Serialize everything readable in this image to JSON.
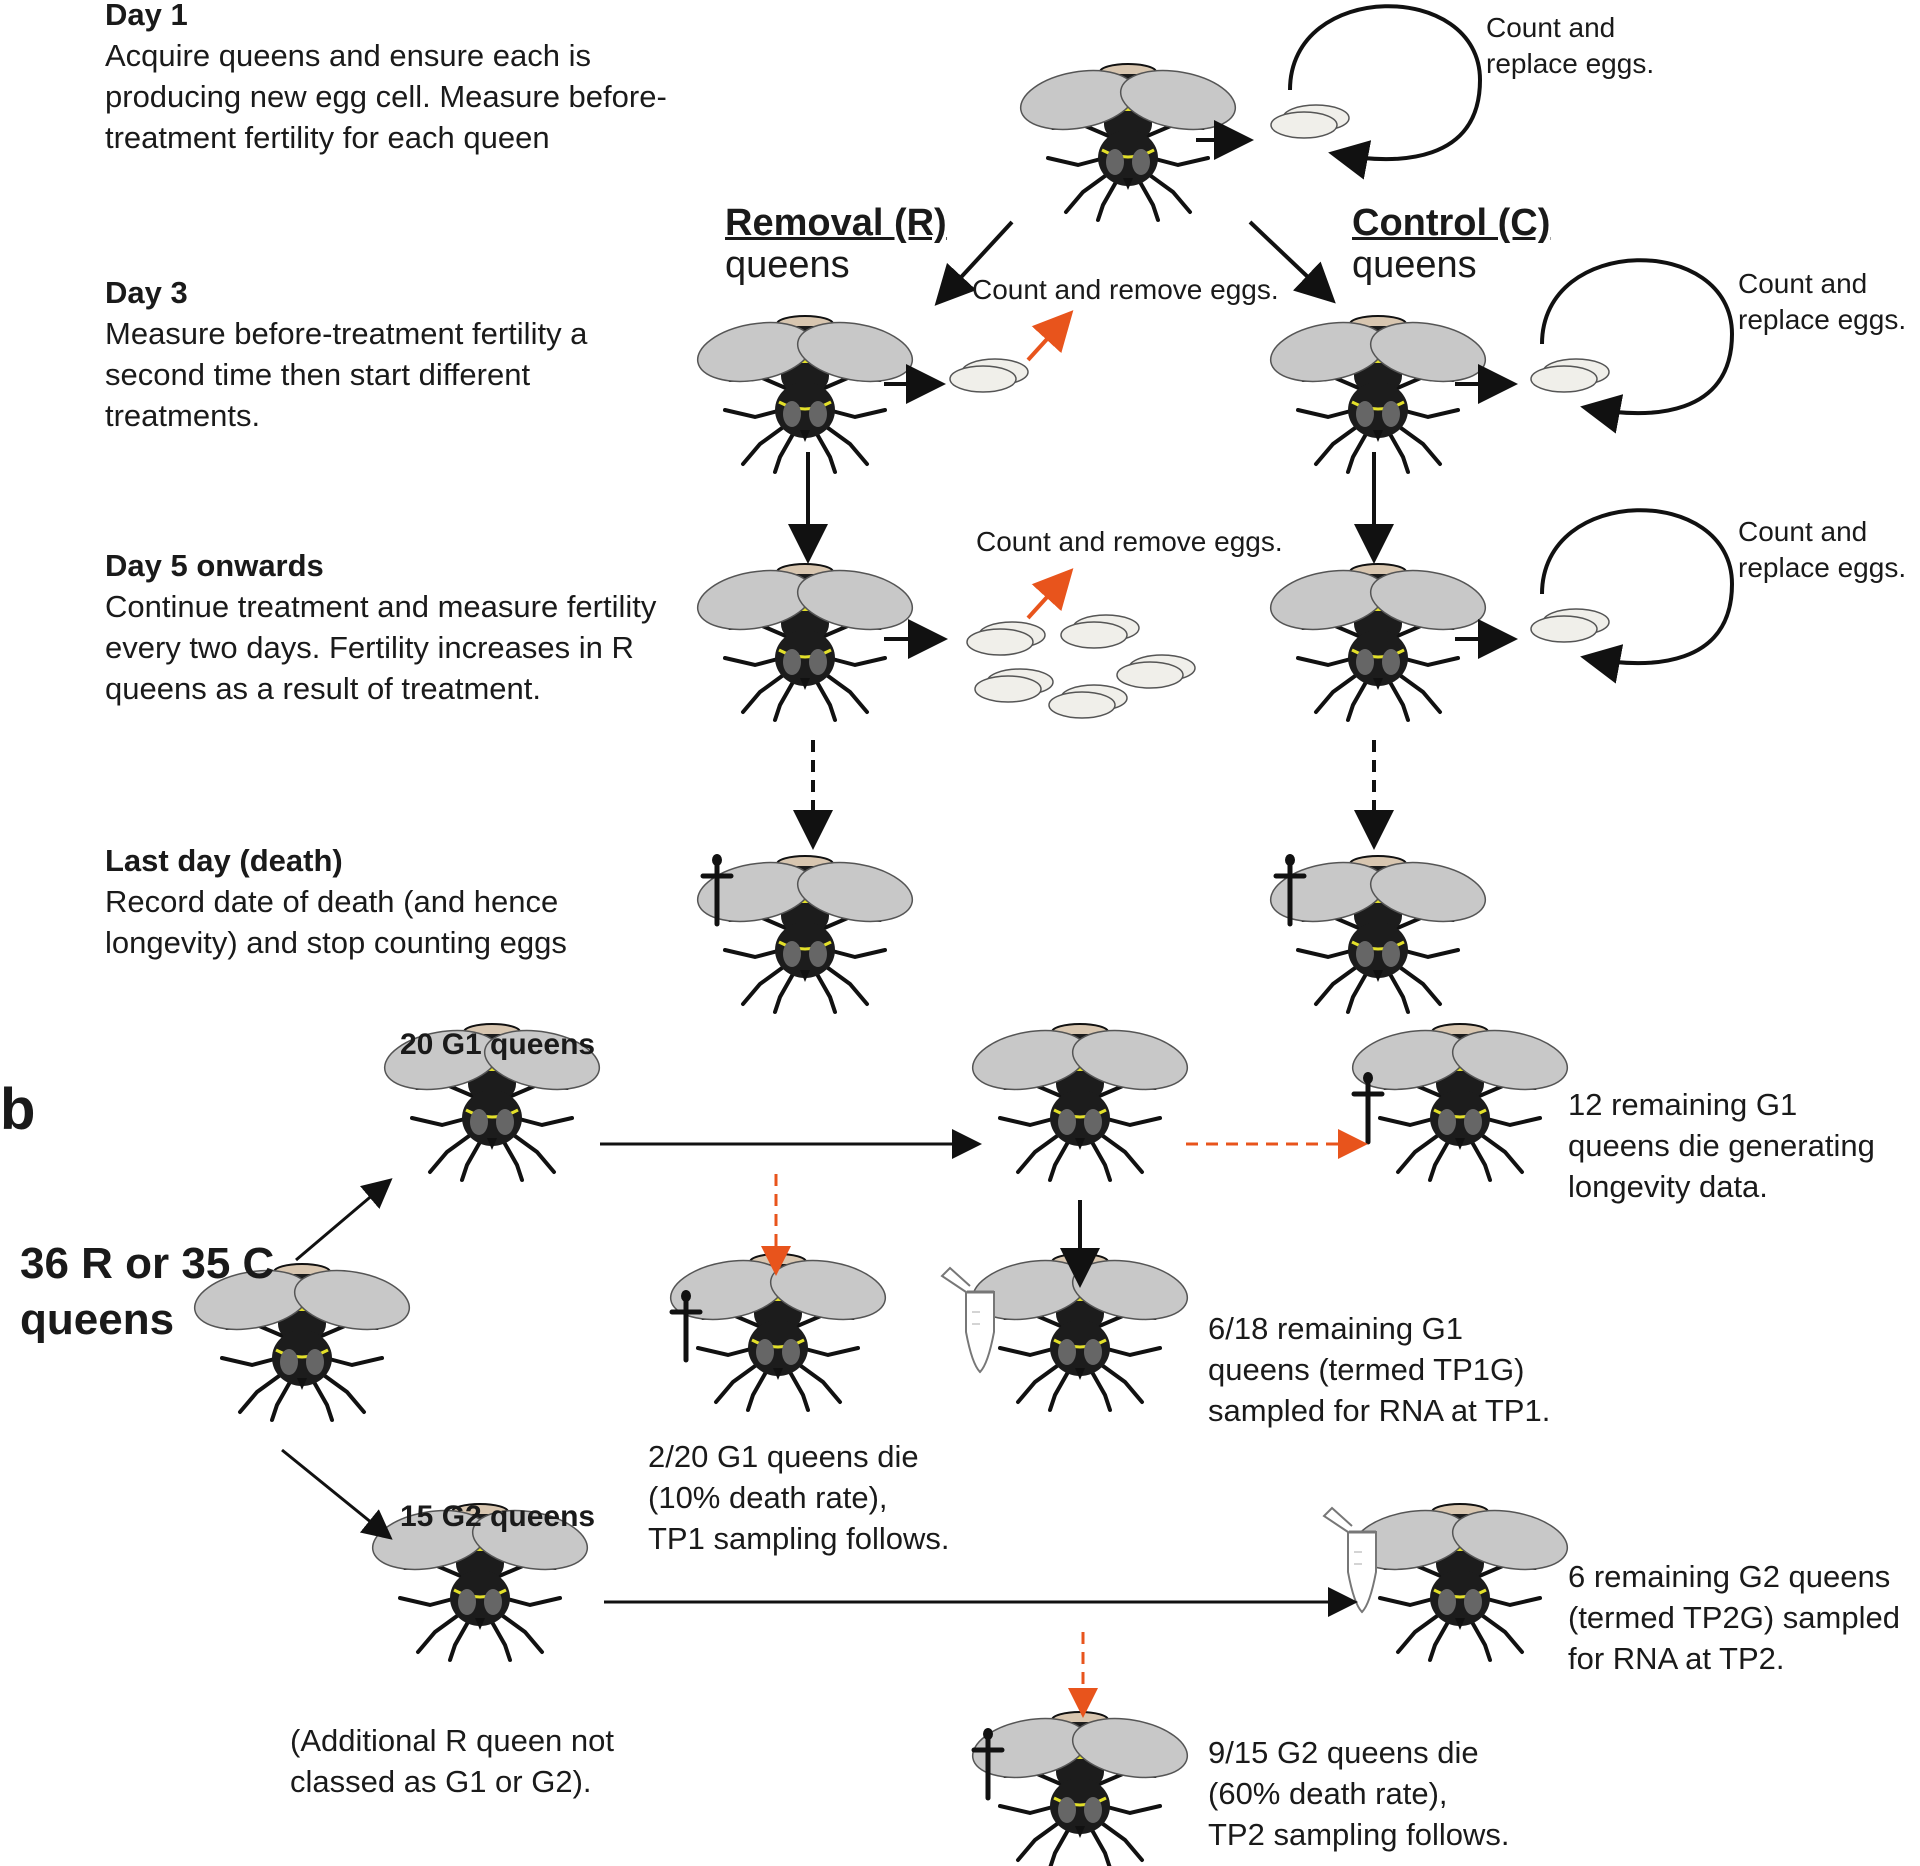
{
  "panel_a": {
    "day1": {
      "heading": "Day 1",
      "lines": [
        "Acquire queens and ensure each is",
        "producing new egg cell. Measure before-",
        "treatment fertility for each queen"
      ]
    },
    "day3": {
      "heading": "Day 3",
      "lines": [
        "Measure before-treatment fertility a",
        "second time then start different",
        "treatments."
      ]
    },
    "day5": {
      "heading": "Day 5 onwards",
      "lines": [
        "Continue treatment and measure fertility",
        "every two days. Fertility increases in R",
        "queens as a result of treatment."
      ]
    },
    "last": {
      "heading": "Last day (death)",
      "lines": [
        "Record date of death (and hence",
        "longevity) and stop counting eggs"
      ]
    },
    "removal_title": "Removal (R)",
    "removal_sub": "queens",
    "control_title": "Control (C)",
    "control_sub": "queens",
    "count_replace_l1": "Count and",
    "count_replace_l2": "replace eggs.",
    "count_remove": "Count and remove eggs."
  },
  "panel_b": {
    "letter": "b",
    "start_l1": "36 R or 35 C",
    "start_l2": "queens",
    "g1_label": "20 G1 queens",
    "g2_label": "15 G2 queens",
    "g1_die_lines": [
      "2/20 G1 queens die",
      "(10% death rate),",
      "TP1 sampling follows."
    ],
    "tp1_lines": [
      "6/18 remaining G1",
      "queens (termed TP1G)",
      "sampled for RNA at TP1."
    ],
    "g1_long_lines": [
      "12 remaining G1",
      "queens die generating",
      "longevity data."
    ],
    "tp2_lines": [
      "6 remaining G2 queens",
      "(termed TP2G) sampled",
      "for RNA at TP2."
    ],
    "g2_die_lines": [
      "9/15 G2 queens die",
      "(60% death rate),",
      "TP2 sampling follows."
    ],
    "additional_lines": [
      "(Additional R queen not",
      "classed as G1 or G2)."
    ]
  },
  "colors": {
    "orange": "#e8541c",
    "black": "#111111",
    "egg": "#f0efea",
    "wing": "#c8c8c8",
    "yellow": "#e3e02a"
  }
}
